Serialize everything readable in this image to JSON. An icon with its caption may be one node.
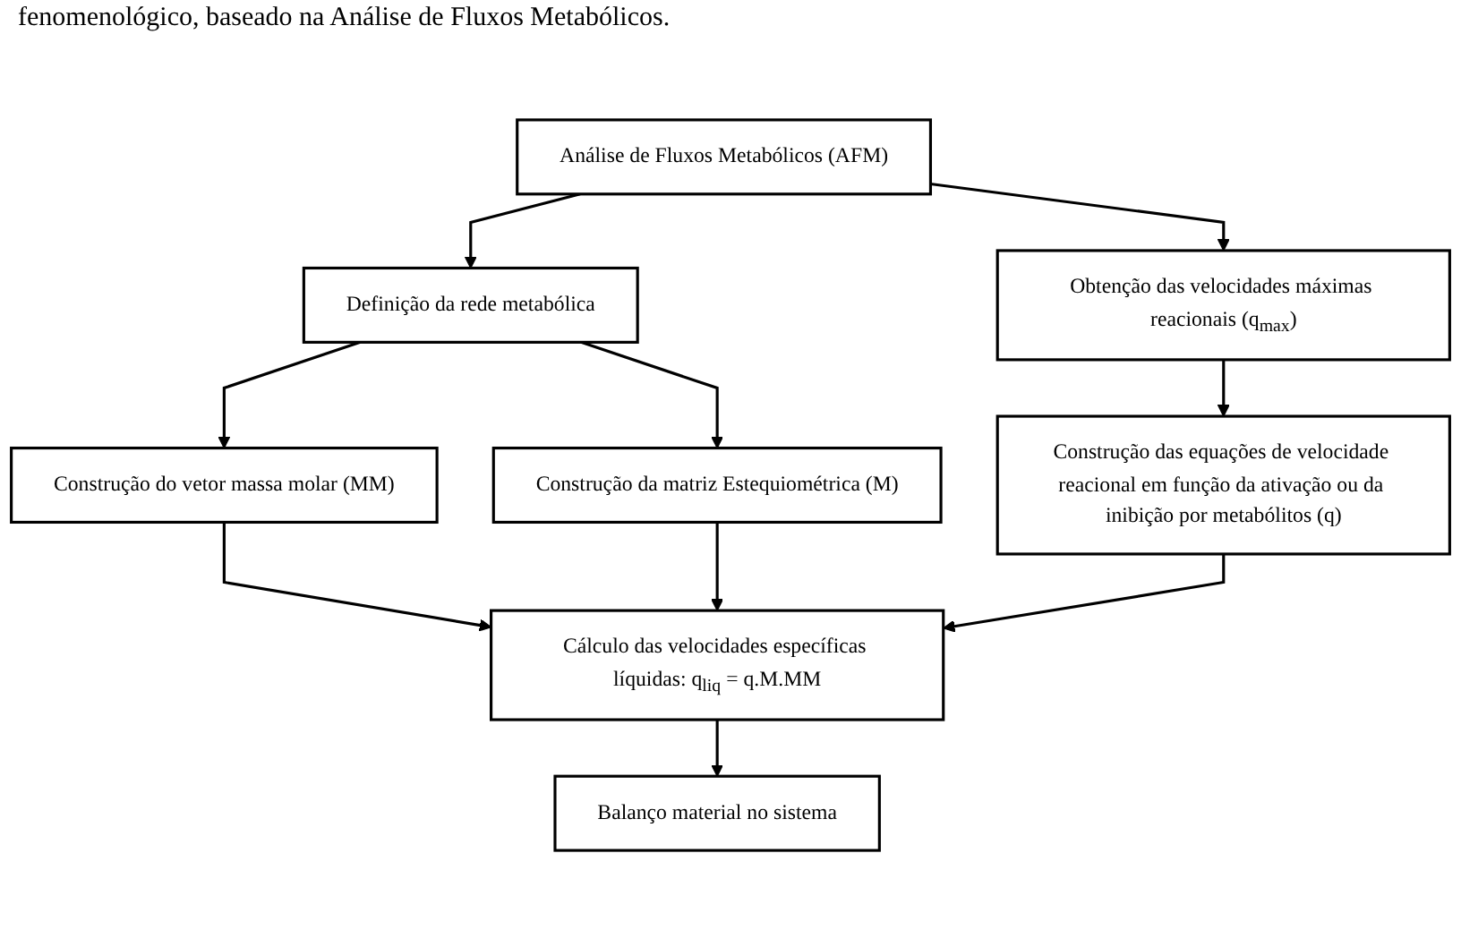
{
  "diagram": {
    "nodes": [
      {
        "text": [
          "Definição da rede metabólica"
        ]
      },
      {
        "text": [
          "Análise de Fluxos Metabólicos (AFM)"
        ]
      },
      {
        "text": [
          "Construção do vetor massa molar (MM)"
        ]
      },
      {
        "text": [
          "Construção da matriz Estequiométrica (M)"
        ]
      },
      {
        "text": [
          "Obtenção das velocidades máximas reacionais (q$_{max}$)"
        ]
      },
      {
        "text": [
          "Cálculo das velocidades específicas líquidas: q$_{liq}$ = q.M.MM"
        ]
      },
      {
        "text": [
          "Construção das equações de velocidade reacional em função da ativação ou da inibição por metabólitos (q)"
        ]
      },
      {
        "text": [
          "Balanço material no sistema"
        ]
      }
    ],
    "edges": [
      {
        "from": 1,
        "to": 0,
        "arrow": "to"
      },
      {
        "from": 0,
        "to": 2,
        "arrow": "to"
      },
      {
        "from": 0,
        "to": 3,
        "arrow": "to"
      },
      {
        "from": 1,
        "to": 4,
        "arrow": "to"
      },
      {
        "from": 2,
        "to": 5,
        "arrow": "to"
      },
      {
        "from": 3,
        "to": 5,
        "arrow": "to"
      },
      {
        "from": 4,
        "to": 6,
        "arrow": "to"
      },
      {
        "from": 6,
        "to": 5,
        "arrow": "to"
      },
      {
        "from": 5,
        "to": 7,
        "arrow": "to"
      }
    ],
    "labels": [
      "fenomenológico, baseado na Análise de Fluxos Metabólicos."
    ]
  }
}
